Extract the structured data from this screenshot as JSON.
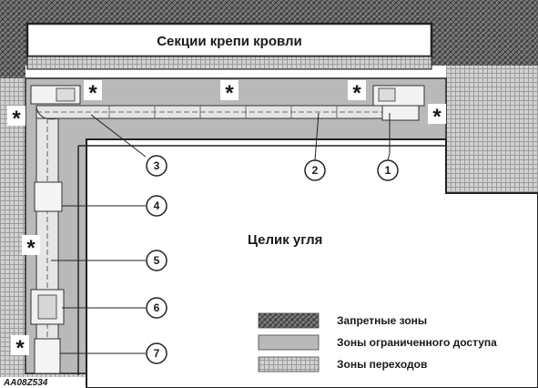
{
  "diagram": {
    "roof_title": "Секции крепи кровли",
    "pillar_label": "Целик угля",
    "figure_code": "AA08Z534",
    "callouts": [
      "1",
      "2",
      "3",
      "4",
      "5",
      "6",
      "7"
    ],
    "star_symbol": "*",
    "legend": [
      {
        "pattern": "crosshatch-dark",
        "label": "Запретные зоны"
      },
      {
        "pattern": "gray-solid",
        "label": "Зоны ограниченного доступа"
      },
      {
        "pattern": "dot-grid",
        "label": "Зоны переходов"
      }
    ],
    "colors": {
      "restricted": "#6e6e6e",
      "limited": "#b9b9b9",
      "passage": "#c8c8c8",
      "line": "#222222"
    }
  }
}
